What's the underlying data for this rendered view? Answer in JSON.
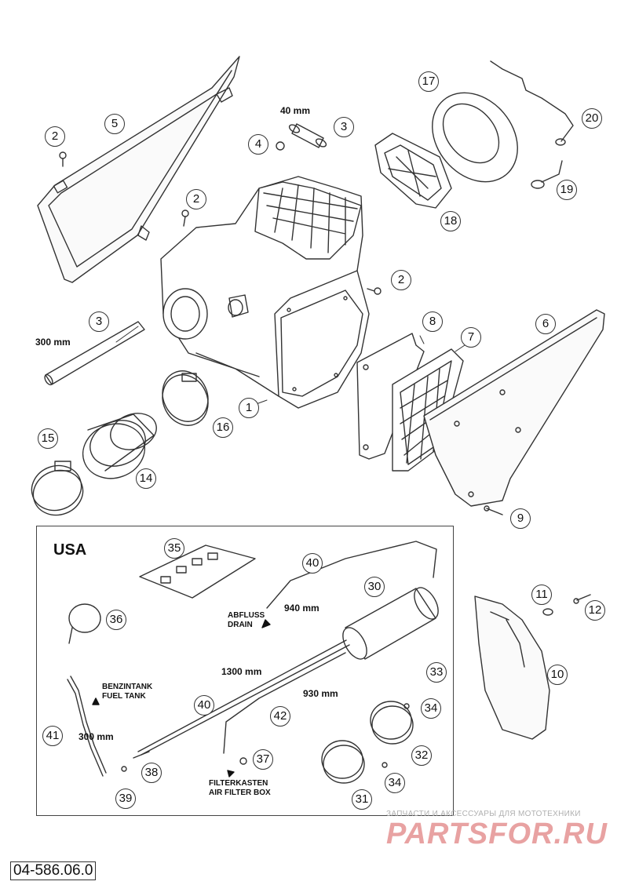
{
  "callouts": [
    "1",
    "2",
    "3",
    "4",
    "5",
    "6",
    "7",
    "8",
    "9",
    "10",
    "11",
    "12",
    "14",
    "15",
    "16",
    "17",
    "18",
    "19",
    "20",
    "30",
    "31",
    "32",
    "33",
    "34",
    "35",
    "36",
    "37",
    "38",
    "39",
    "40",
    "41",
    "42"
  ],
  "labels": {
    "len_40mm": "40 mm",
    "len_300mm_top": "300 mm",
    "usa": "USA",
    "len_940mm": "940 mm",
    "abfluss": "ABFLUSS",
    "drain": "DRAIN",
    "len_1300mm": "1300 mm",
    "benzintank": "BENZINTANK",
    "fuel_tank": "FUEL TANK",
    "len_930mm": "930 mm",
    "len_300mm_usa": "300 mm",
    "filterkasten": "FILTERKASTEN",
    "air_filter_box": "AIR FILTER BOX"
  },
  "watermark": {
    "line": "ЗАПЧАСТИ И АКСЕССУАРЫ ДЛЯ МОТОТЕХНИКИ",
    "logo": "PARTSFOR.RU"
  },
  "part_number": "04-586.06.0"
}
